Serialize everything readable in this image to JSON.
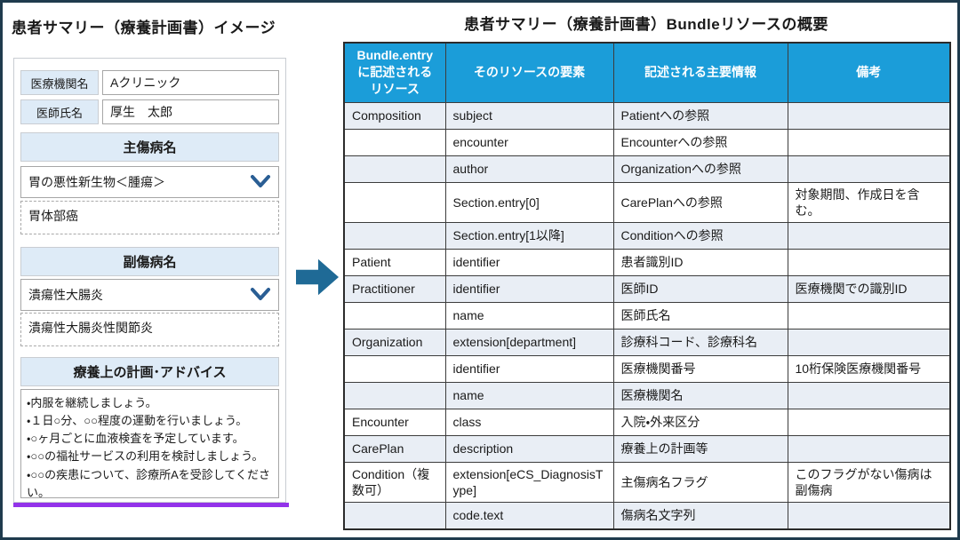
{
  "left_panel": {
    "title": "患者サマリー（療養計画書）イメージ",
    "fields": [
      {
        "label": "医療機関名",
        "value": "Aクリニック"
      },
      {
        "label": "医師氏名",
        "value": "厚生　太郎"
      }
    ],
    "sections": [
      {
        "header": "主傷病名",
        "primary": "胃の悪性新生物＜腫瘍＞",
        "secondary": "胃体部癌"
      },
      {
        "header": "副傷病名",
        "primary": "潰瘍性大腸炎",
        "secondary": "潰瘍性大腸炎性関節炎"
      }
    ],
    "advice": {
      "header": "療養上の計画･アドバイス",
      "lines": [
        "・内服を継続しましょう。",
        "・１日○分、○○程度の運動を行いましょう。",
        "・○ヶ月ごとに血液検査を予定しています。",
        "・○○の福祉サービスの利用を検討しましょう。",
        "・○○の疾患について、診療所Aを受診してください。"
      ]
    }
  },
  "table": {
    "title": "患者サマリー（療養計画書）Bundleリソースの概要",
    "headers": [
      "Bundle.entry\nに記述される\nリソース",
      "そのリソースの要素",
      "記述される主要情報",
      "備考"
    ],
    "rows": [
      {
        "resource": "Composition",
        "element": "subject",
        "info": "Patientへの参照",
        "note": ""
      },
      {
        "resource": "",
        "element": "encounter",
        "info": "Encounterへの参照",
        "note": ""
      },
      {
        "resource": "",
        "element": "author",
        "info": "Organizationへの参照",
        "note": ""
      },
      {
        "resource": "",
        "element": "Section.entry[0]",
        "info": "CarePlanへの参照",
        "note": "対象期間、作成日を含む。"
      },
      {
        "resource": "",
        "element": "Section.entry[1以降]",
        "info": "Conditionへの参照",
        "note": ""
      },
      {
        "resource": "Patient",
        "element": "identifier",
        "info": "患者識別ID",
        "note": ""
      },
      {
        "resource": "Practitioner",
        "element": "identifier",
        "info": "医師ID",
        "note": "医療機関での識別ID"
      },
      {
        "resource": "",
        "element": "name",
        "info": "医師氏名",
        "note": ""
      },
      {
        "resource": "Organization",
        "element": "extension[department]",
        "info": "診療科コード、診療科名",
        "note": ""
      },
      {
        "resource": "",
        "element": "identifier",
        "info": "医療機関番号",
        "note": "10桁保険医療機関番号"
      },
      {
        "resource": "",
        "element": "name",
        "info": "医療機関名",
        "note": ""
      },
      {
        "resource": "Encounter",
        "element": "class",
        "info": "入院・外来区分",
        "note": ""
      },
      {
        "resource": "CarePlan",
        "element": "description",
        "info": "療養上の計画等",
        "note": ""
      },
      {
        "resource": "Condition（複数可）",
        "element": "extension[eCS_DiagnosisType]",
        "info": "主傷病名フラグ",
        "note": "このフラグがない傷病は副傷病"
      },
      {
        "resource": "",
        "element": "code.text",
        "info": "傷病名文字列",
        "note": ""
      }
    ]
  },
  "colors": {
    "frame_border": "#1f3b4d",
    "header_blue": "#1b9dd9",
    "row_band": "#e9eef5",
    "section_bg": "#deebf7",
    "arrow": "#1f6a96",
    "chevron": "#2a5e94",
    "purple_line": "#9333ea"
  }
}
